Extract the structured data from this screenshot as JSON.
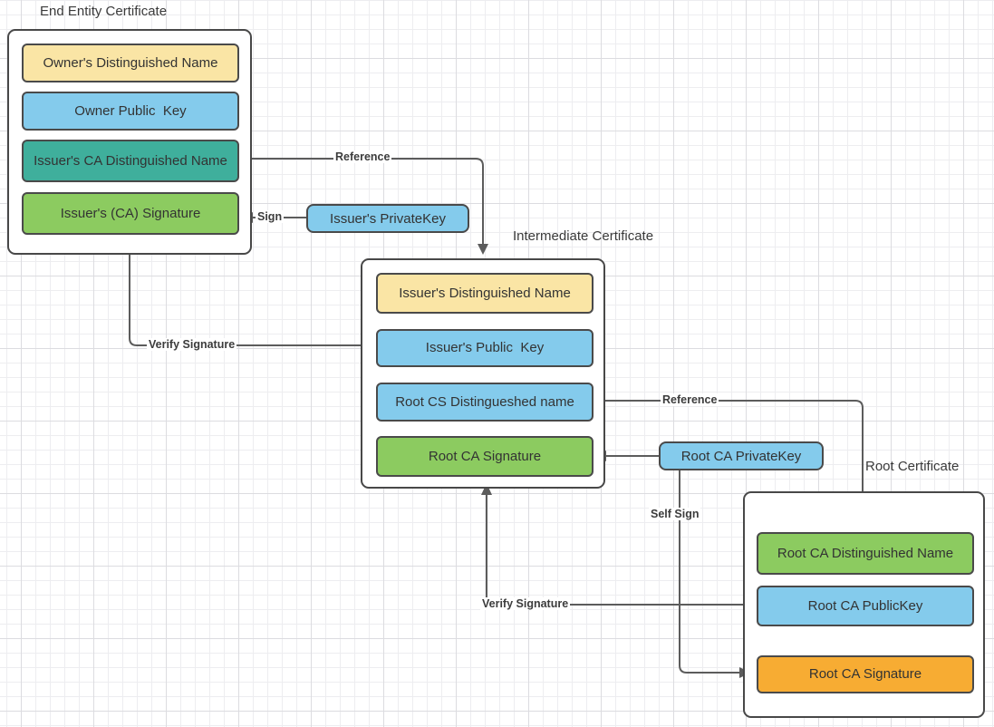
{
  "colors": {
    "yellow": "#FAE5A5",
    "blue": "#84CBEC",
    "teal": "#3FAF9C",
    "green": "#8CCB60",
    "orange": "#F7AC33",
    "box_border": "#4A4A4A",
    "connector_line": "#5C5C5C",
    "text": "#333333"
  },
  "certificates": [
    {
      "title": "End Entity Certificate",
      "fields": [
        {
          "label": "Owner's Distinguished Name",
          "color": "yellow"
        },
        {
          "label": "Owner Public  Key",
          "color": "blue"
        },
        {
          "label": "Issuer's CA Distinguished Name",
          "color": "teal"
        },
        {
          "label": "Issuer's (CA) Signature",
          "color": "green"
        }
      ]
    },
    {
      "title": "Intermediate Certificate",
      "fields": [
        {
          "label": "Issuer's Distinguished Name",
          "color": "yellow"
        },
        {
          "label": "Issuer's Public  Key",
          "color": "blue"
        },
        {
          "label": "Root CS Distingueshed name",
          "color": "blue"
        },
        {
          "label": "Root CA Signature",
          "color": "green"
        }
      ]
    },
    {
      "title": "Root Certificate",
      "fields": [
        {
          "label": "Root CA Distinguished Name",
          "color": "green"
        },
        {
          "label": "Root CA PublicKey",
          "color": "blue"
        },
        {
          "label": "Root CA Signature",
          "color": "orange"
        }
      ]
    }
  ],
  "keys": [
    {
      "label": "Issuer's PrivateKey",
      "color": "blue"
    },
    {
      "label": "Root CA PrivateKey",
      "color": "blue"
    }
  ],
  "connector_labels": {
    "reference_1": "Reference",
    "sign": "Sign",
    "verify_signature_1": "Verify Signature",
    "reference_2": "Reference",
    "self_sign": "Self Sign",
    "verify_signature_2": "Verify Signature"
  }
}
